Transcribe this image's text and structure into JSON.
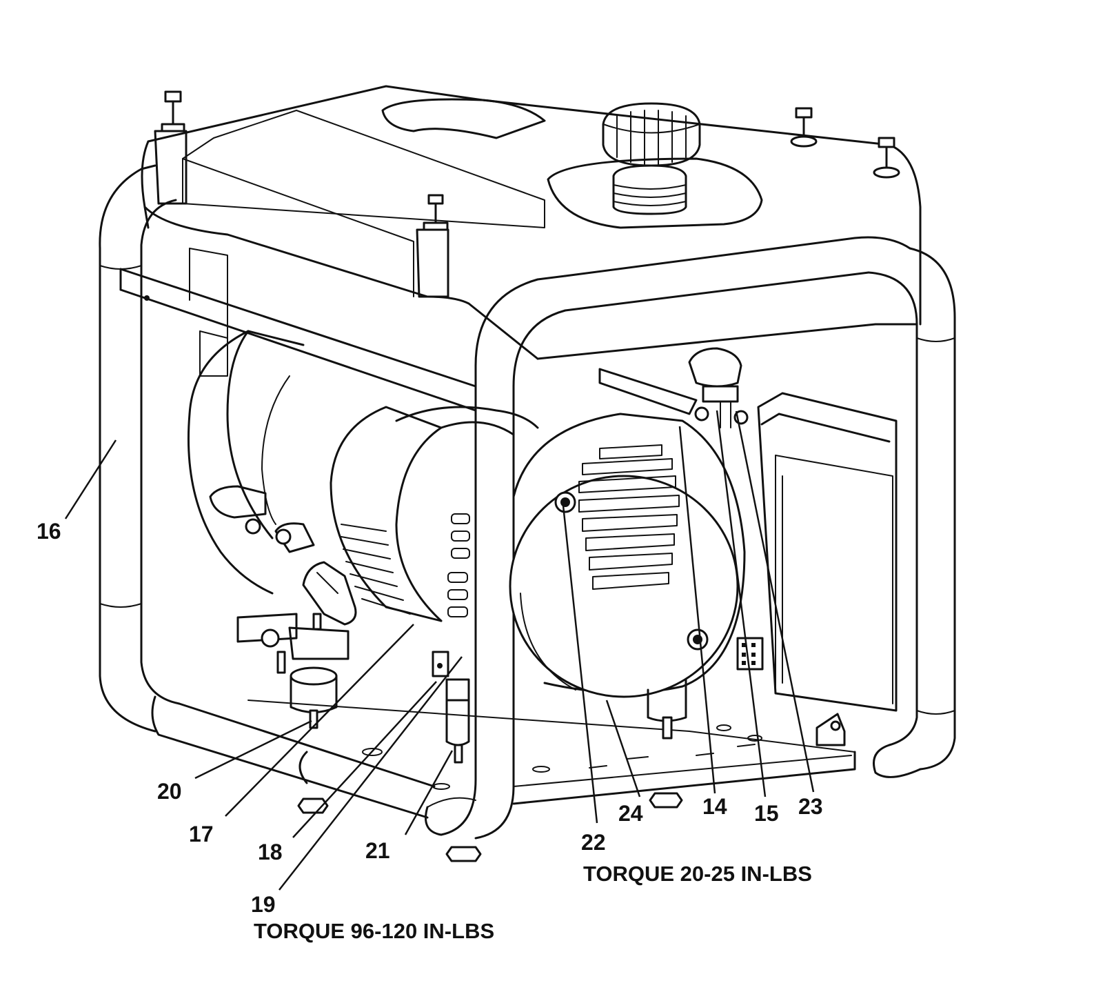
{
  "callouts": {
    "c14": "14",
    "c15": "15",
    "c16": "16",
    "c17": "17",
    "c18": "18",
    "c19": "19",
    "c20": "20",
    "c21": "21",
    "c22": "22",
    "c23": "23",
    "c24": "24"
  },
  "notes": {
    "torque_left": "TORQUE 96-120 IN-LBS",
    "torque_right": "TORQUE 20-25 IN-LBS"
  }
}
